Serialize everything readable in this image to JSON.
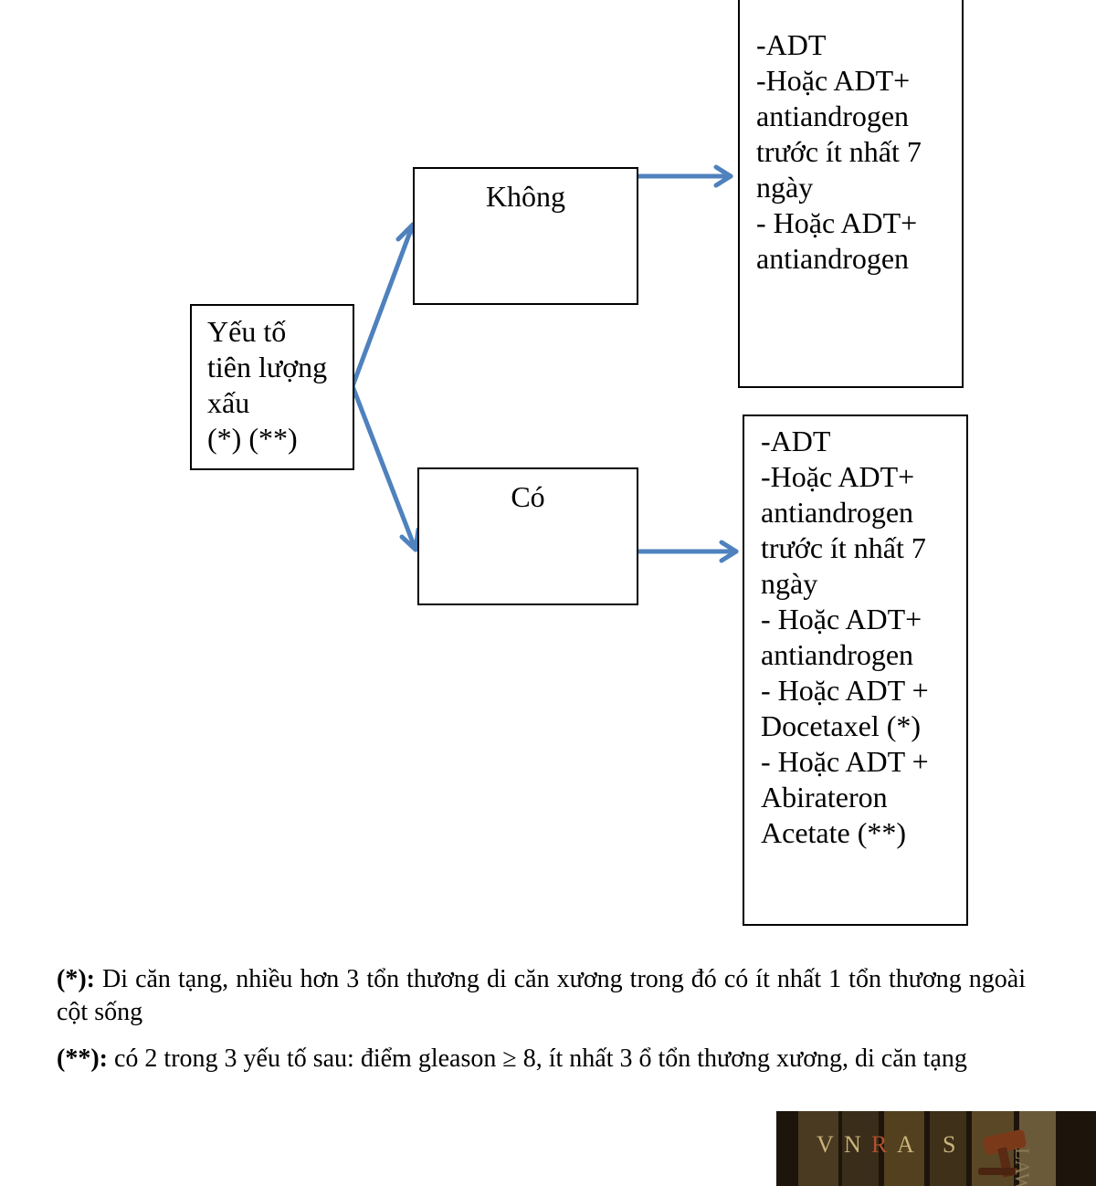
{
  "diagram": {
    "root": {
      "lines": [
        "Yếu tố",
        "tiên lượng",
        "xấu",
        "(*) (**)"
      ]
    },
    "branch_no": {
      "label": "Không"
    },
    "branch_yes": {
      "label": "Có"
    },
    "treatment_no": {
      "lines": [
        "-ADT",
        "-Hoặc ADT+",
        "antiandrogen",
        "trước ít nhất 7",
        "ngày",
        "- Hoặc ADT+",
        "antiandrogen"
      ]
    },
    "treatment_yes": {
      "lines": [
        "-ADT",
        "-Hoặc ADT+",
        "antiandrogen",
        "trước ít nhất 7",
        "ngày",
        "- Hoặc ADT+",
        "antiandrogen",
        "- Hoặc ADT +",
        "Docetaxel (*)",
        "- Hoặc ADT +",
        "Abirateron",
        "Acetate (**)"
      ]
    },
    "arrow_color": "#4f81bd"
  },
  "notes": [
    {
      "marker": "(*):",
      "text": "Di căn tạng, nhiều hơn 3 tổn thương di căn xương trong đó có ít nhất 1 tổn thương ngoài cột sống"
    },
    {
      "marker": "(**):",
      "text": "có 2 trong 3 yếu tố sau: điểm gleason ≥ 8, ít nhất 3 ổ tổn thương xương, di căn tạng"
    }
  ],
  "logo": {
    "letters": [
      "V",
      "N",
      "R",
      "A",
      "S"
    ],
    "side_text": "LAW"
  }
}
